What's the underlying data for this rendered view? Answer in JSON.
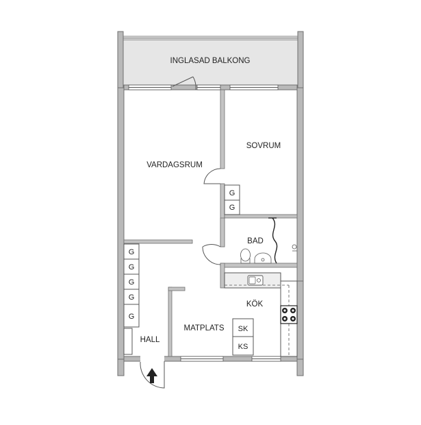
{
  "rooms": {
    "balcony": "INGLASAD BALKONG",
    "living": "VARDAGSRUM",
    "bedroom": "SOVRUM",
    "bathroom": "BAD",
    "kitchen": "KÖK",
    "dining": "MATPLATS",
    "hall": "HALL"
  },
  "storage": {
    "wardrobe_label": "G",
    "fridge_label": "SK",
    "freezer_label": "KS"
  },
  "colors": {
    "wall_fill": "#b9b9b9",
    "balcony_fill": "#e6e6e6",
    "counter_fill": "#eeeeee",
    "line": "#555555"
  },
  "icons": {
    "entrance": "entrance-arrow-icon",
    "stove": "stove-icon",
    "sink": "sink-icon",
    "toilet": "toilet-icon",
    "washbasin": "washbasin-icon",
    "shower": "shower-icon"
  }
}
